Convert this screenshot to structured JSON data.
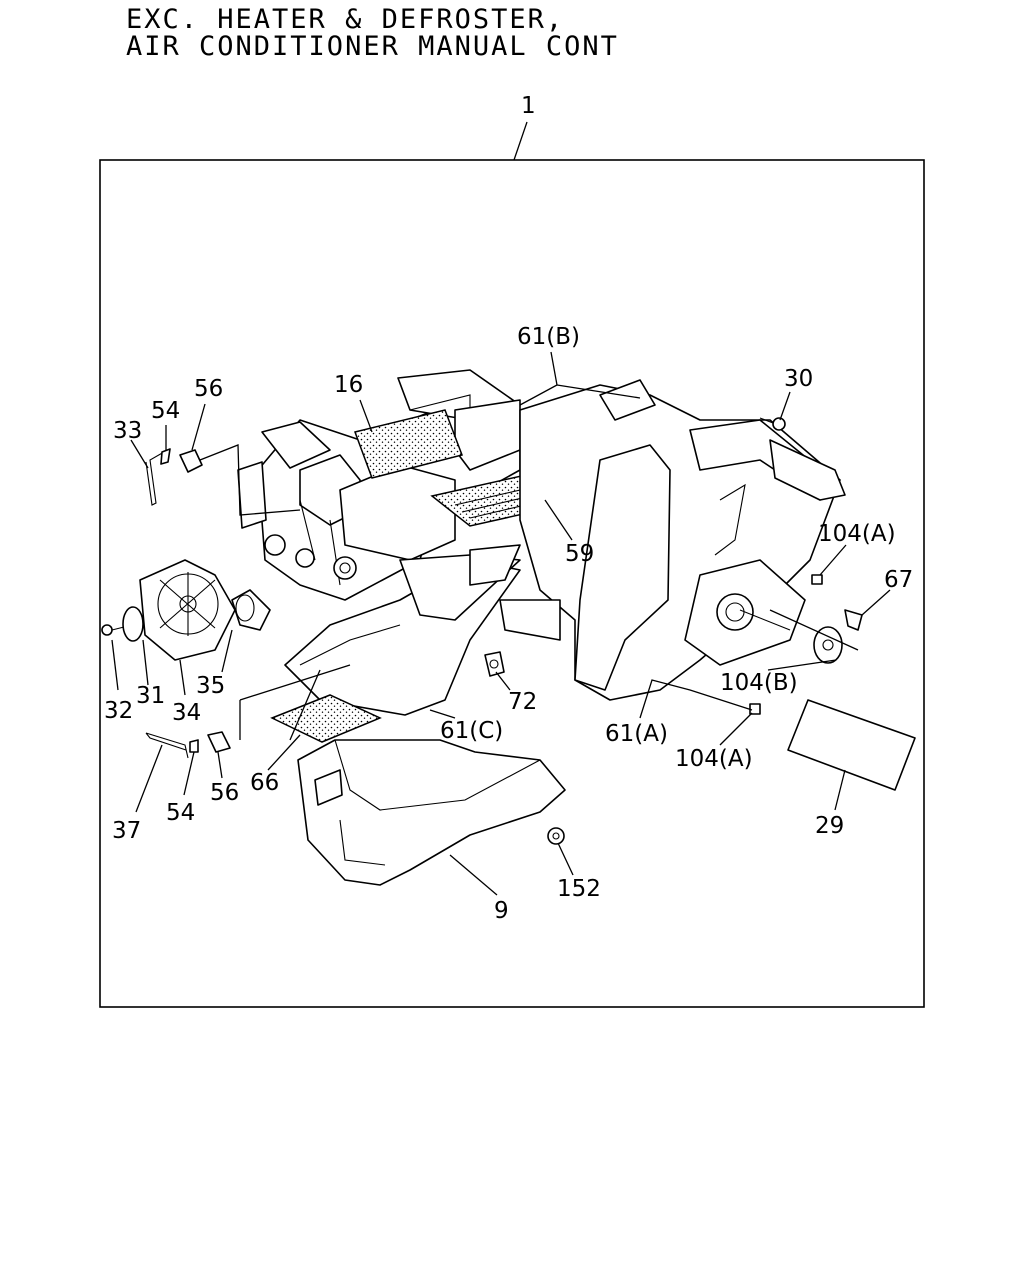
{
  "title": {
    "line1": "EXC. HEATER & DEFROSTER,",
    "line2": "AIR CONDITIONER MANUAL CONT"
  },
  "callouts": {
    "c1": "1",
    "c61b": "61(B)",
    "c16": "16",
    "c30": "30",
    "c56a": "56",
    "c54a": "54",
    "c33": "33",
    "c59": "59",
    "c104a1": "104(A)",
    "c67": "67",
    "c104b": "104(B)",
    "c32": "32",
    "c31": "31",
    "c34": "34",
    "c35": "35",
    "c72": "72",
    "c61c": "61(C)",
    "c61a": "61(A)",
    "c104a2": "104(A)",
    "c29": "29",
    "c66": "66",
    "c56b": "56",
    "c37": "37",
    "c54b": "54",
    "c152": "152",
    "c9": "9"
  }
}
